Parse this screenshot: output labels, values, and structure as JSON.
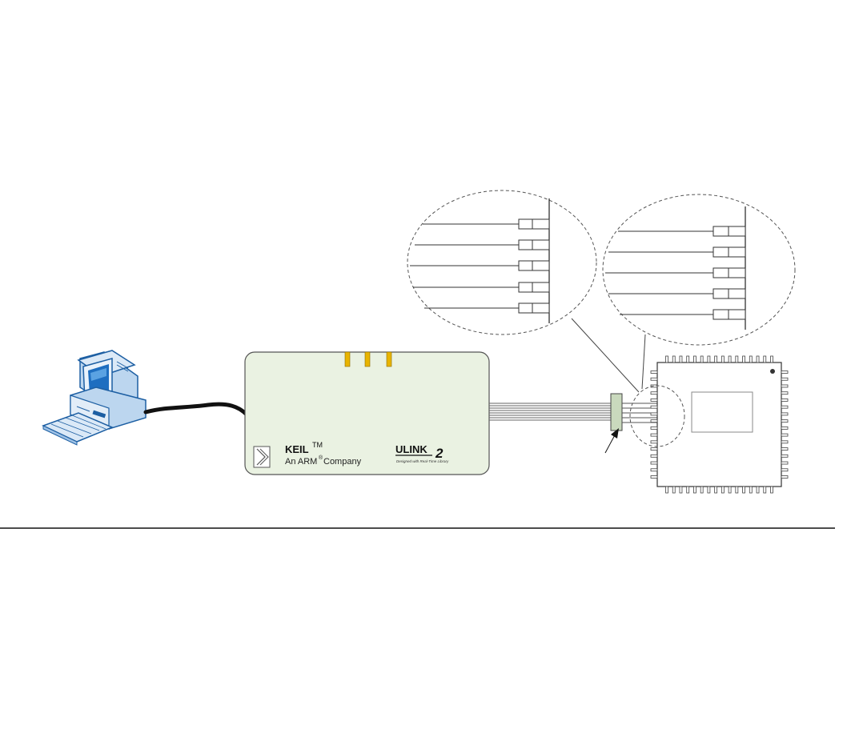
{
  "device": {
    "brand_name": "KEIL",
    "brand_tm": "TM",
    "brand_sub_prefix": "An ARM",
    "brand_sub_reg": "®",
    "brand_sub_suffix": "Company",
    "product_name": "ULINK",
    "product_number": "2",
    "product_tagline": "Designed with Real-Time Library",
    "led_color": "#e8b400",
    "body_color": "#eaf2e2"
  },
  "pc": {
    "icon": "desktop-computer-icon",
    "accent_color": "#2a7cc7"
  },
  "chip": {
    "icon": "microcontroller-chip-icon"
  }
}
